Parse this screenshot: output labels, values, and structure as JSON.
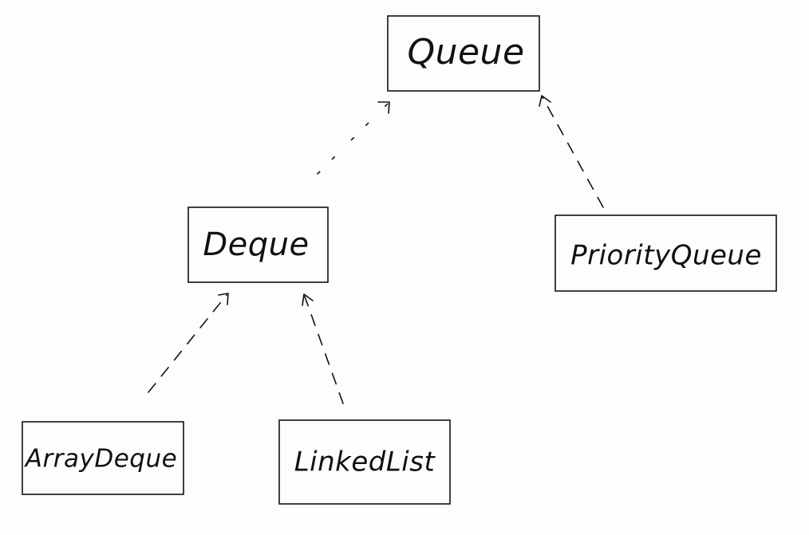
{
  "diagram": {
    "nodes": {
      "queue": {
        "label": "Queue"
      },
      "deque": {
        "label": "Deque"
      },
      "priority_queue": {
        "label": "PriorityQueue"
      },
      "array_deque": {
        "label": "ArrayDeque"
      },
      "linked_list": {
        "label": "LinkedList"
      }
    },
    "edges": [
      {
        "from": "deque",
        "to": "queue",
        "style": "dotted-dashed"
      },
      {
        "from": "priority_queue",
        "to": "queue",
        "style": "dashed"
      },
      {
        "from": "array_deque",
        "to": "deque",
        "style": "dashed"
      },
      {
        "from": "linked_list",
        "to": "deque",
        "style": "dashed"
      }
    ]
  }
}
